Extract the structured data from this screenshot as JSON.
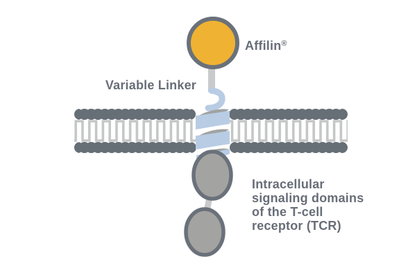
{
  "diagram": {
    "affilin_label": "Affilin",
    "affilin_mark": "®",
    "variable_linker_label": "Variable Linker",
    "intracellular": {
      "lines": [
        "Intracellular",
        "signaling domains",
        "of the T-cell",
        "receptor (TCR)"
      ]
    }
  },
  "colors": {
    "text_color": "#686E78",
    "outline_dark": "#6A717A",
    "membrane_heads": "#666E76",
    "lipid_tails": "#C5C7C7",
    "linker_stem": "#C8CACC",
    "helix_front_blue": "#B8CCE4",
    "helix_back_gray": "#A0A3A2",
    "domain_fill": "#A3A3A1",
    "affilin_fill": "#F0B232"
  }
}
